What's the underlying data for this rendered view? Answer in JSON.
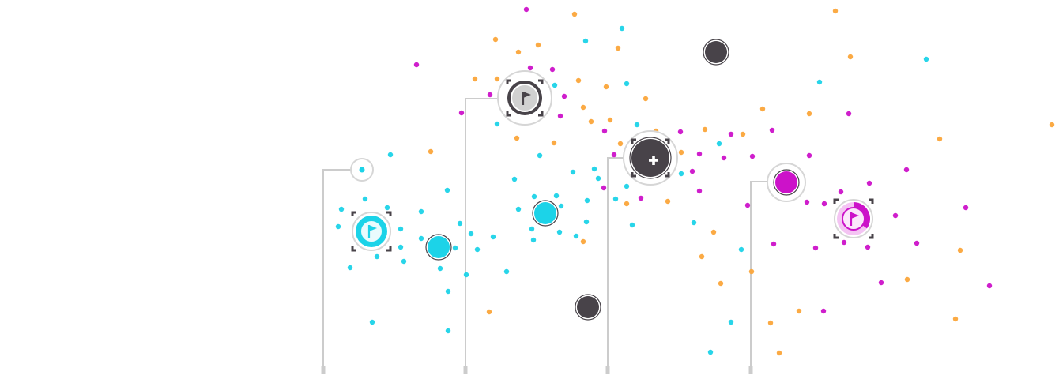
{
  "colors": {
    "background": "#ffffff",
    "cyan": "#1cd3e8",
    "orange": "#fba53a",
    "magenta": "#cc12c9",
    "dark": "#484349",
    "tether": "#cccccc",
    "ring": "#d6d6d6",
    "base_gray": "#d1d1d1"
  },
  "tethers": [
    {
      "name": "tether-lane-1",
      "state": "empty"
    },
    {
      "name": "tether-lane-2",
      "state": "captured-neutral"
    },
    {
      "name": "tether-lane-3",
      "state": "add-unit"
    },
    {
      "name": "tether-lane-4",
      "state": "captured-magenta"
    }
  ],
  "bases": [
    {
      "name": "base-cyan",
      "team": "cyan",
      "icon": "flag-icon",
      "capture": 1.0
    },
    {
      "name": "base-neutral",
      "team": "neutral",
      "icon": "flag-icon",
      "capture": 1.0
    },
    {
      "name": "base-add",
      "team": "dark",
      "icon": "plus-icon",
      "capture": 1.0
    },
    {
      "name": "base-magenta",
      "team": "magenta",
      "icon": "flag-icon",
      "capture": 0.35
    }
  ],
  "units": [
    {
      "name": "unit-cyan-1",
      "team": "cyan"
    },
    {
      "name": "unit-cyan-2",
      "team": "cyan"
    },
    {
      "name": "unit-dark-1",
      "team": "dark"
    },
    {
      "name": "unit-dark-2",
      "team": "dark"
    },
    {
      "name": "unit-magenta-1",
      "team": "magenta"
    }
  ]
}
